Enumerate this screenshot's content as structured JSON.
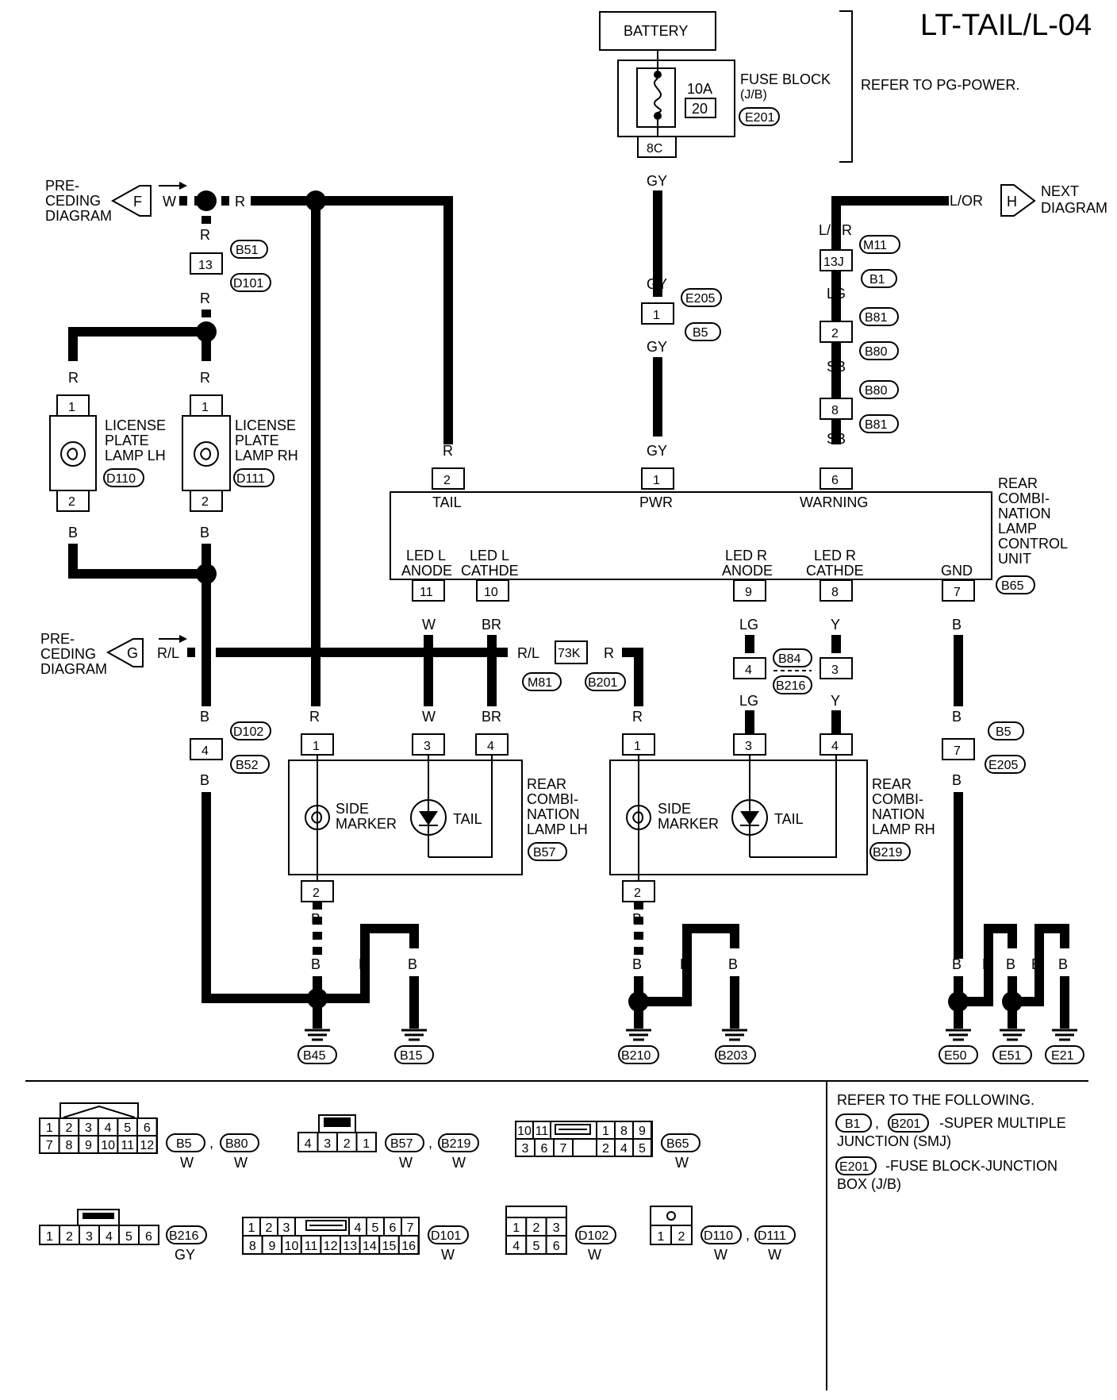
{
  "title": "LT-TAIL/L-04",
  "battery": "BATTERY",
  "fuse": {
    "rating": "10A",
    "number": "20",
    "block_label": "FUSE BLOCK",
    "block_sub": "(J/B)",
    "connector": "E201",
    "terminal": "8C"
  },
  "refer_pg": "REFER TO PG-POWER.",
  "preceding_f": {
    "lines": [
      "PRE-",
      "CEDING",
      "DIAGRAM"
    ],
    "letter": "F",
    "wire": "W"
  },
  "preceding_g": {
    "lines": [
      "PRE-",
      "CEDING",
      "DIAGRAM"
    ],
    "letter": "G",
    "wire": "R/L"
  },
  "next": {
    "lines": [
      "NEXT",
      "DIAGRAM"
    ],
    "letter": "H",
    "wire": "L/OR"
  },
  "colors": {
    "R": "R",
    "W": "W",
    "B": "B",
    "GY": "GY",
    "LOR": "L/OR",
    "LG": "LG",
    "SB": "SB",
    "BR": "BR",
    "Y": "Y",
    "RL": "R/L"
  },
  "connectors": {
    "B51": "B51",
    "D101": "D101",
    "E205": "E205",
    "B5": "B5",
    "M11": "M11",
    "B1": "B1",
    "B81": "B81",
    "B80": "B80",
    "D110": "D110",
    "D111": "D111",
    "B65": "B65",
    "M81": "M81",
    "B201": "B201",
    "B84": "B84",
    "B216": "B216",
    "D102": "D102",
    "B52": "B52",
    "B57": "B57",
    "B219": "B219",
    "B45": "B45",
    "B15": "B15",
    "B210": "B210",
    "B203": "B203",
    "E50": "E50",
    "E51": "E51",
    "E21": "E21"
  },
  "terminals": {
    "t13": "13",
    "t13J": "13J",
    "t73K": "73K",
    "t1": "1",
    "t2": "2",
    "t3": "3",
    "t4": "4",
    "t6": "6",
    "t7": "7",
    "t8": "8",
    "t9": "9",
    "t10": "10",
    "t11": "11"
  },
  "license_lh": [
    "LICENSE",
    "PLATE",
    "LAMP LH"
  ],
  "license_rh": [
    "LICENSE",
    "PLATE",
    "LAMP RH"
  ],
  "control_unit": {
    "name": [
      "REAR",
      "COMBI-",
      "NATION",
      "LAMP",
      "CONTROL",
      "UNIT"
    ],
    "pins_top": [
      "TAIL",
      "PWR",
      "WARNING"
    ],
    "led_l_anode": [
      "LED L",
      "ANODE"
    ],
    "led_l_cathode": [
      "LED L",
      "CATHDE"
    ],
    "led_r_anode": [
      "LED R",
      "ANODE"
    ],
    "led_r_cathode": [
      "LED R",
      "CATHDE"
    ],
    "gnd": "GND"
  },
  "lamp_lh": {
    "name": [
      "REAR",
      "COMBI-",
      "NATION",
      "LAMP LH"
    ],
    "side": [
      "SIDE",
      "MARKER"
    ],
    "tail": "TAIL"
  },
  "lamp_rh": {
    "name": [
      "REAR",
      "COMBI-",
      "NATION",
      "LAMP RH"
    ],
    "side": [
      "SIDE",
      "MARKER"
    ],
    "tail": "TAIL"
  },
  "legend": {
    "c1": {
      "row1": [
        "1",
        "2",
        "3",
        "4",
        "5",
        "6"
      ],
      "row2": [
        "7",
        "8",
        "9",
        "10",
        "11",
        "12"
      ],
      "ids": [
        "B5",
        "B80"
      ],
      "color": "W"
    },
    "c2": {
      "row": [
        "4",
        "3",
        "2",
        "1"
      ],
      "ids": [
        "B57",
        "B219"
      ],
      "color": "W"
    },
    "c3": {
      "row1": [
        "10",
        "11",
        "1",
        "8",
        "9"
      ],
      "row2": [
        "3",
        "6",
        "7",
        "2",
        "4",
        "5"
      ],
      "ids": [
        "B65"
      ],
      "color": "W"
    },
    "c4": {
      "row": [
        "1",
        "2",
        "3",
        "4",
        "5",
        "6"
      ],
      "ids": [
        "B216"
      ],
      "color": "GY"
    },
    "c5": {
      "row1": [
        "1",
        "2",
        "3",
        "4",
        "5",
        "6",
        "7"
      ],
      "row2": [
        "8",
        "9",
        "10",
        "11",
        "12",
        "13",
        "14",
        "15",
        "16"
      ],
      "ids": [
        "D101"
      ],
      "color": "W"
    },
    "c6": {
      "row1": [
        "1",
        "2",
        "3"
      ],
      "row2": [
        "4",
        "5",
        "6"
      ],
      "ids": [
        "D102"
      ],
      "color": "W"
    },
    "c7": {
      "row": [
        "1",
        "2"
      ],
      "ids": [
        "D110",
        "D111"
      ],
      "color": "W"
    },
    "comma": ","
  },
  "refer": {
    "heading": "REFER TO THE FOLLOWING.",
    "smj_ids": [
      "B1",
      "B201"
    ],
    "smj_text": [
      "-SUPER MULTIPLE",
      "JUNCTION (SMJ)"
    ],
    "jb_id": "E201",
    "jb_text": [
      "-FUSE BLOCK-JUNCTION",
      "BOX (J/B)"
    ]
  }
}
